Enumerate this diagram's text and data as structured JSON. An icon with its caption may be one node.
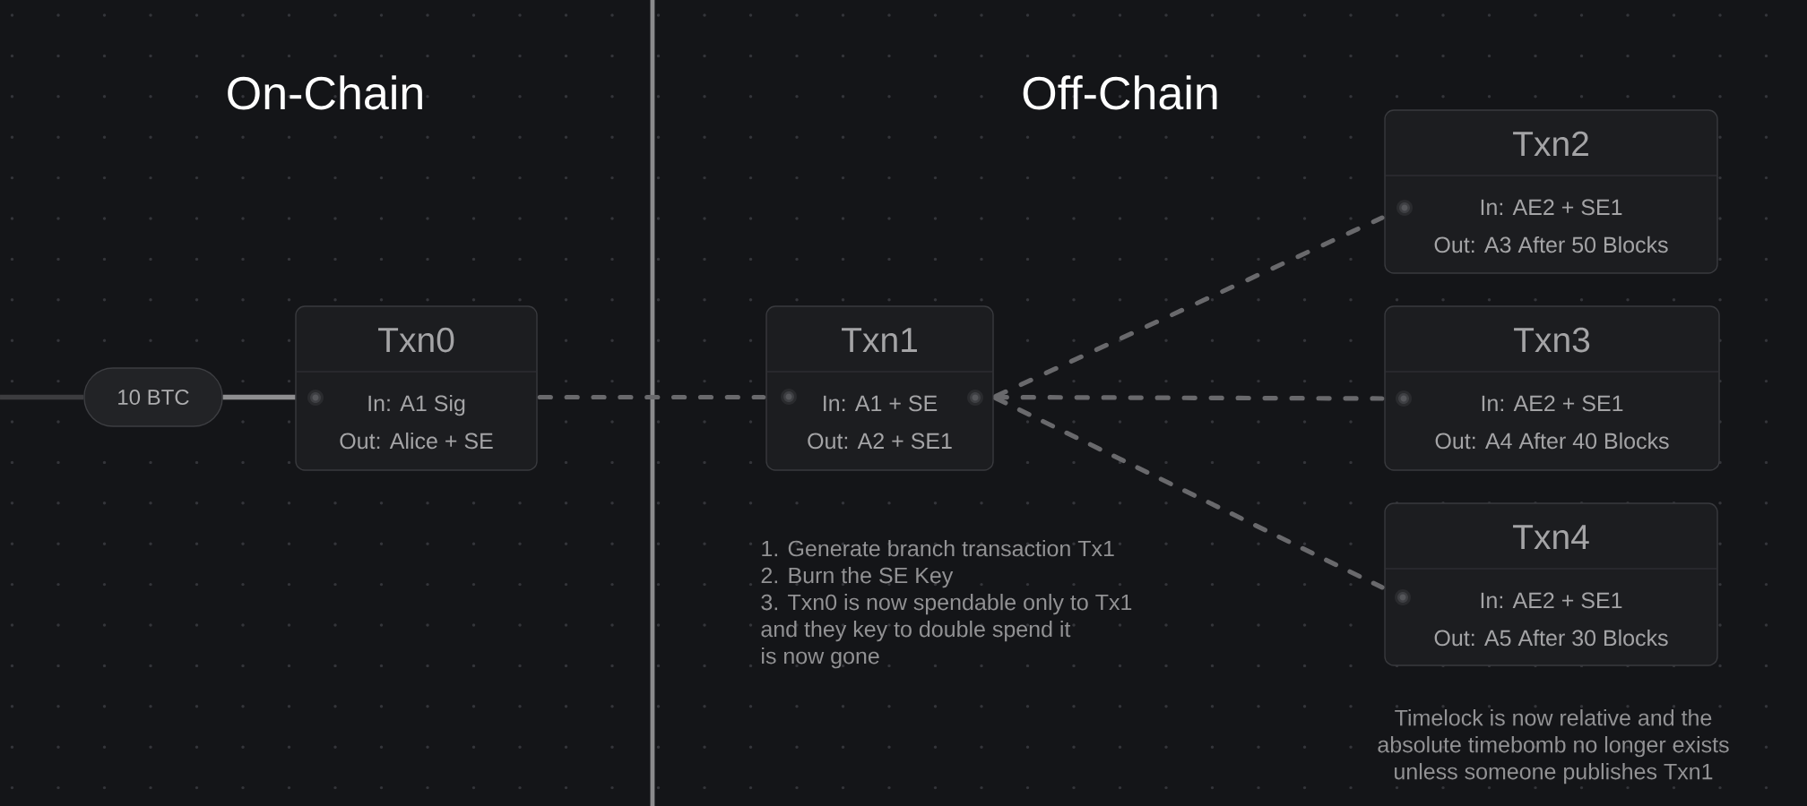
{
  "diagram": {
    "nodes": [
      {
        "text": [
          "10 BTC"
        ]
      },
      {
        "text": [
          "Txn0",
          "In: A1 Sig",
          "Out: Alice + SE"
        ]
      },
      {
        "text": [
          "Txn1",
          "In: A1 + SE",
          "Out: A2 + SE1"
        ]
      },
      {
        "text": [
          "Txn2",
          "In: AE2 + SE1",
          "Out: A3 After 50 Blocks"
        ]
      },
      {
        "text": [
          "Txn3",
          "In: AE2 + SE1",
          "Out: A4 After 40 Blocks"
        ]
      },
      {
        "text": [
          "Txn4",
          "In: AE2 + SE1",
          "Out: A5 After 30 Blocks"
        ]
      }
    ],
    "edges": [
      {
        "from": null,
        "to": 0,
        "arrow": "none",
        "color": "#3c3c3f"
      },
      {
        "from": 0,
        "to": 1,
        "arrow": "none",
        "color": "#8e8e90"
      },
      {
        "from": 1,
        "to": 2,
        "arrow": "none",
        "style": "dashed"
      },
      {
        "from": 2,
        "to": 3,
        "arrow": "none",
        "style": "dashed"
      },
      {
        "from": 2,
        "to": 4,
        "arrow": "none",
        "style": "dashed"
      },
      {
        "from": 2,
        "to": 5,
        "arrow": "none",
        "style": "dashed"
      }
    ],
    "labels": [
      "On-Chain",
      "Off-Chain",
      "1. Generate branch transaction Tx1",
      "2. Burn the SE Key",
      "3. Txn0 is now spendable only to Tx1 and they key to double spend it is now gone",
      "Timelock is now relative and the absolute timebomb no longer exists unless someone publishes Txn1"
    ]
  }
}
